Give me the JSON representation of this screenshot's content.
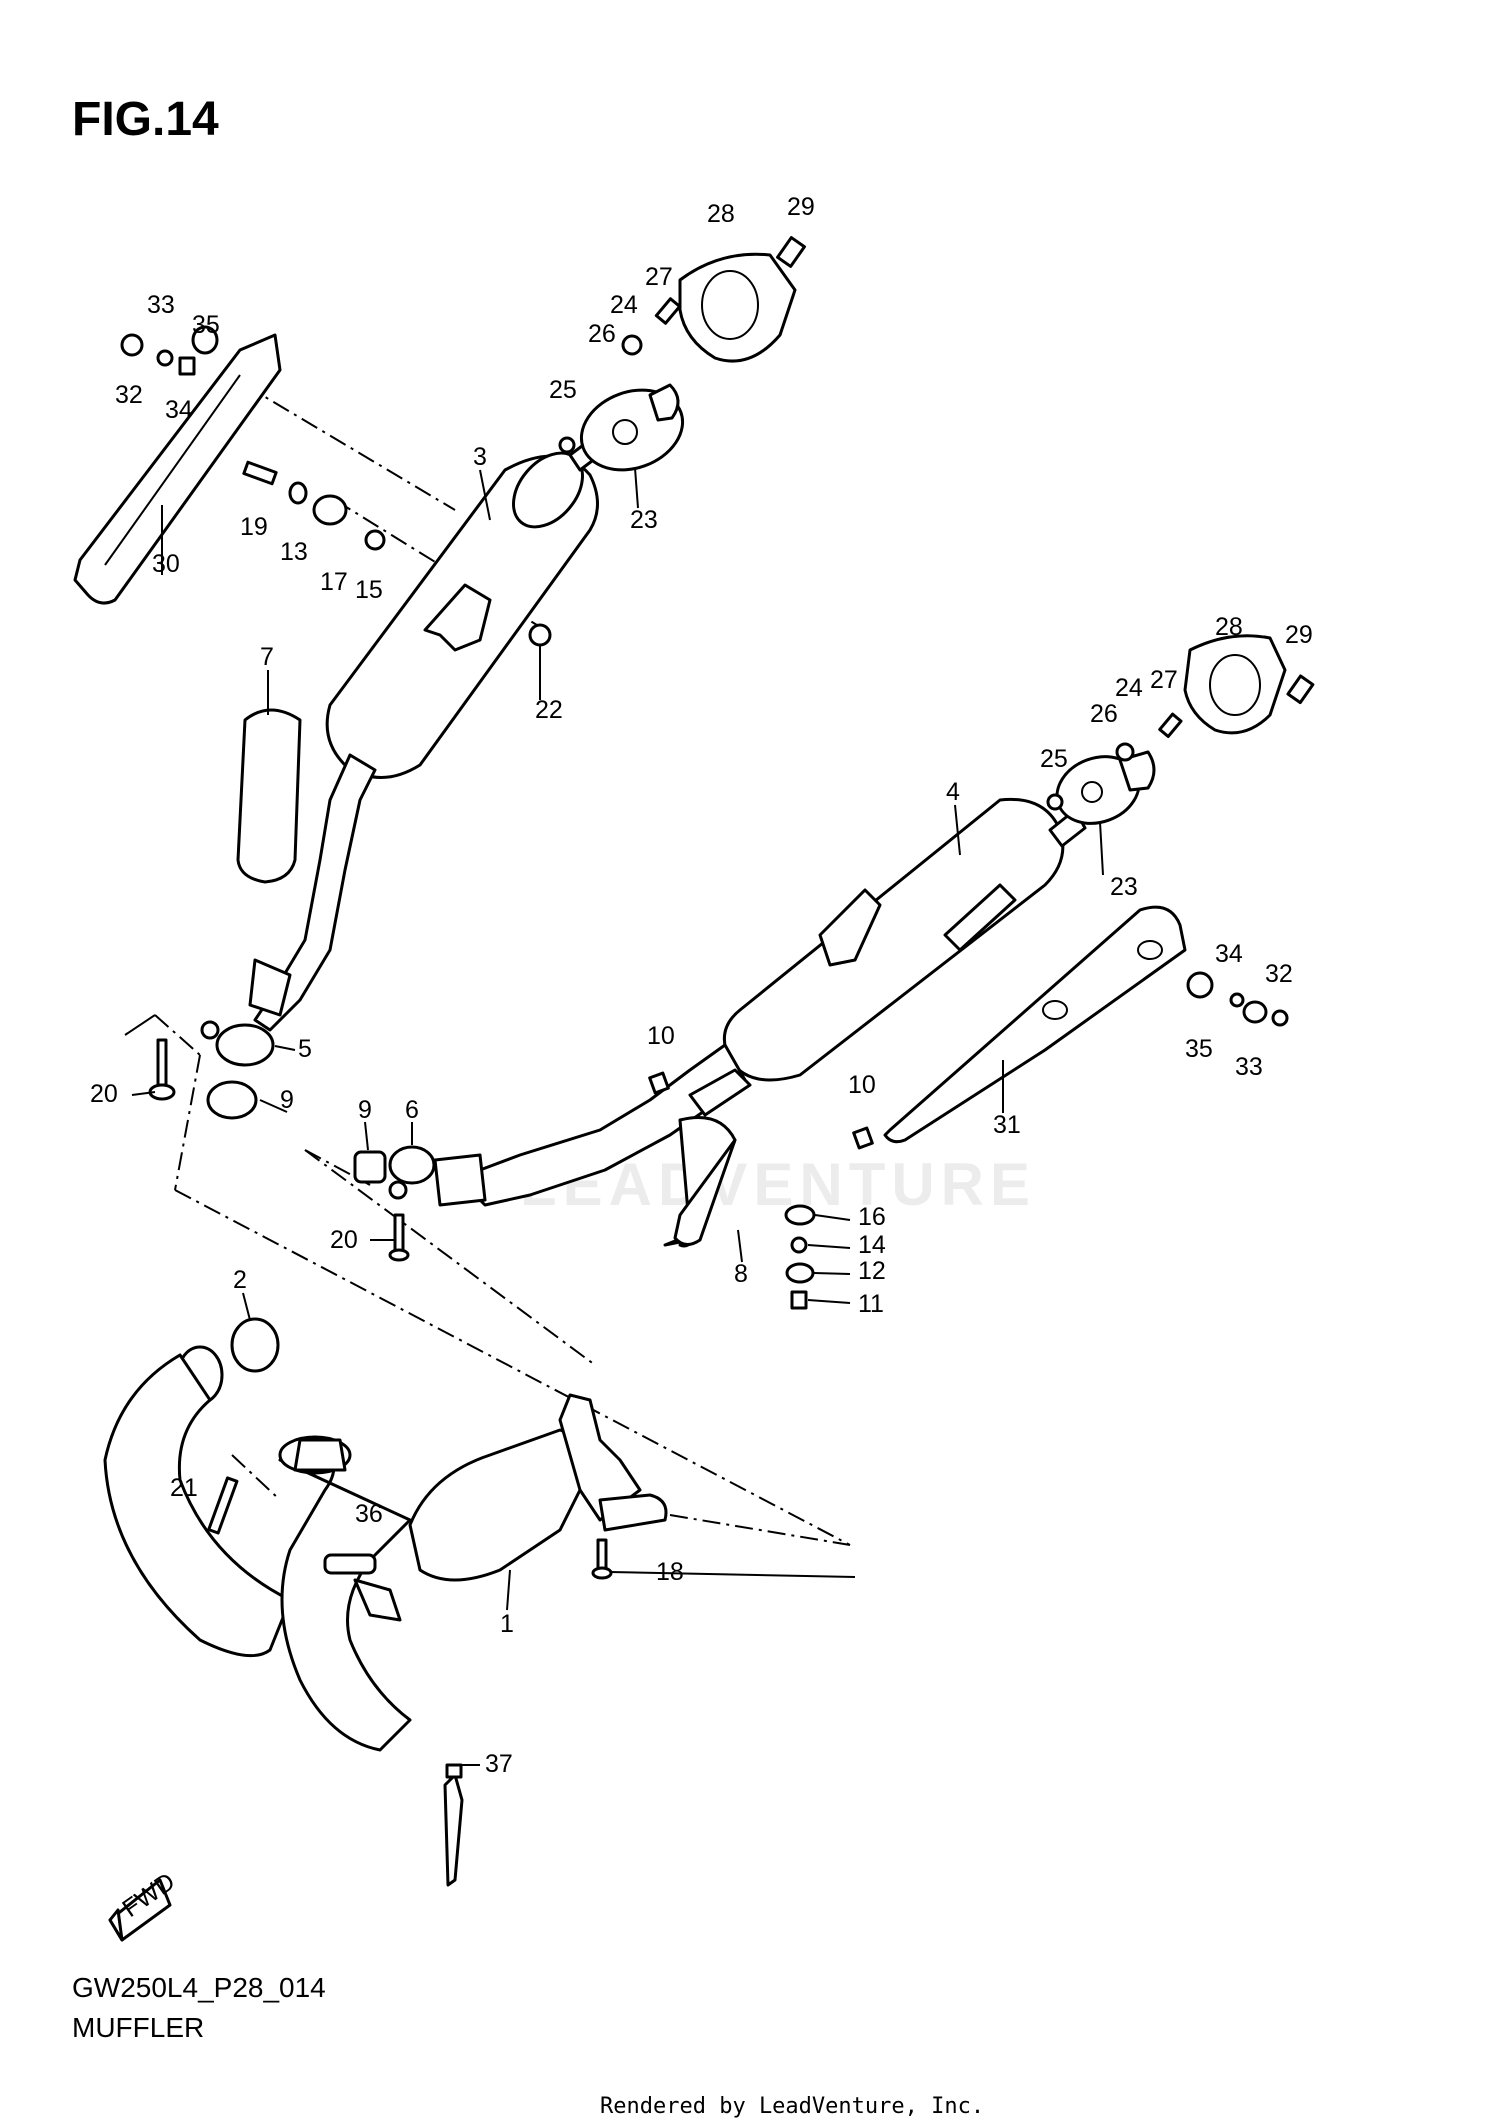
{
  "figure": {
    "title": "FIG.14",
    "model_code": "GW250L4_P28_014",
    "section": "MUFFLER"
  },
  "footer": {
    "credit": "Rendered by LeadVenture, Inc."
  },
  "watermark": {
    "text": "LEADVENTURE"
  },
  "fwd_arrow": {
    "label": "FWD",
    "icon": "forward-arrow-icon"
  },
  "callouts": [
    "1",
    "2",
    "3",
    "4",
    "5",
    "6",
    "7",
    "8",
    "9",
    "9",
    "10",
    "10",
    "11",
    "12",
    "13",
    "14",
    "15",
    "16",
    "17",
    "18",
    "19",
    "20",
    "20",
    "21",
    "22",
    "23",
    "23",
    "24",
    "24",
    "25",
    "25",
    "26",
    "26",
    "27",
    "27",
    "28",
    "28",
    "29",
    "29",
    "30",
    "31",
    "32",
    "32",
    "33",
    "33",
    "34",
    "34",
    "35",
    "35",
    "36",
    "37"
  ]
}
